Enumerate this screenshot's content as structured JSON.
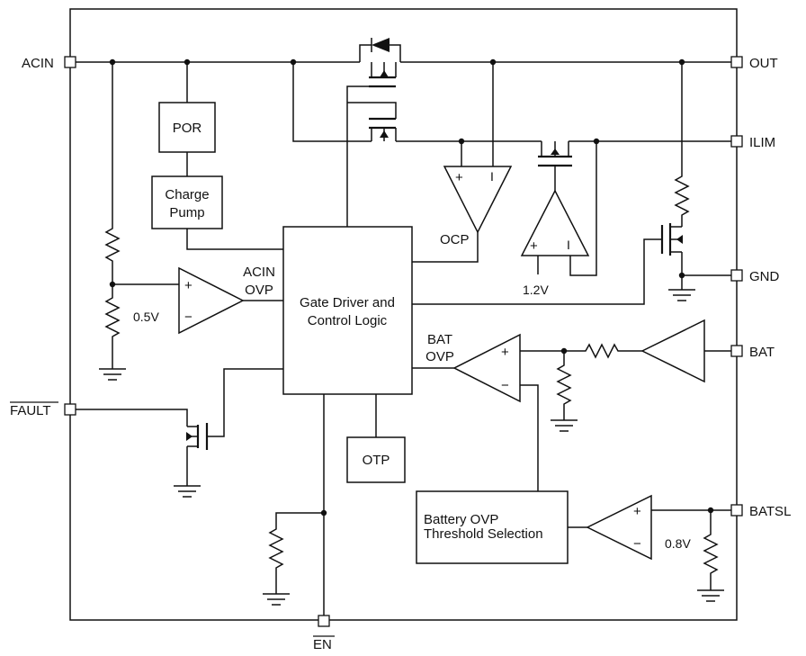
{
  "pins": {
    "acin": "ACIN",
    "out": "OUT",
    "ilim": "ILIM",
    "gnd": "GND",
    "bat": "BAT",
    "fault": "FAULT",
    "batsl": "BATSL",
    "en": "EN"
  },
  "blocks": {
    "por": "POR",
    "charge_pump_line1": "Charge",
    "charge_pump_line2": "Pump",
    "gate_driver_line1": "Gate Driver and",
    "gate_driver_line2": "Control Logic",
    "otp": "OTP",
    "battery_ovp_line1": "Battery OVP",
    "battery_ovp_line2": "Threshold Selection"
  },
  "labels": {
    "acin_ovp_line1": "ACIN",
    "acin_ovp_line2": "OVP",
    "bat_ovp_line1": "BAT",
    "bat_ovp_line2": "OVP",
    "ocp": "OCP",
    "ref_05v": "0.5V",
    "ref_12v": "1.2V",
    "ref_08v": "0.8V",
    "plus": "+",
    "minus": "−",
    "minus_bar": "I"
  }
}
